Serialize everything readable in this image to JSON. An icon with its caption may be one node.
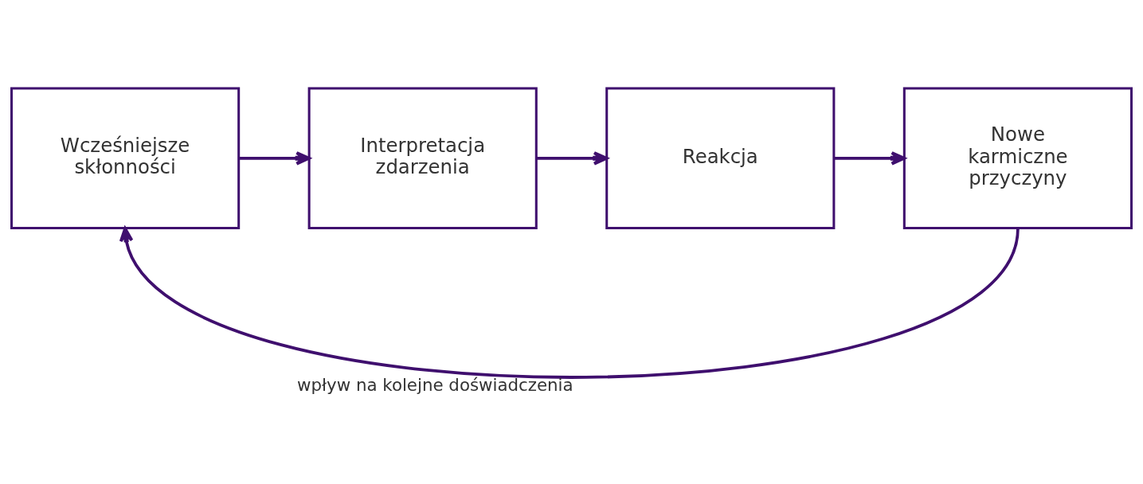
{
  "diagram": {
    "nodes": [
      {
        "text": [
          "Wcześniejsze skłonności"
        ]
      },
      {
        "text": [
          "Interpretacja zdarzenia"
        ]
      },
      {
        "text": [
          "Reakcja"
        ]
      },
      {
        "text": [
          "Nowe karmiczne przyczyny"
        ]
      }
    ],
    "edges": [
      {
        "from": 0,
        "to": 1,
        "arrow": "to"
      },
      {
        "from": 1,
        "to": 2,
        "arrow": "to"
      },
      {
        "from": 2,
        "to": 3,
        "arrow": "to"
      },
      {
        "from": 3,
        "to": 0,
        "arrow": "to",
        "label": "wpływ na kolejne doświadczenia"
      }
    ]
  }
}
